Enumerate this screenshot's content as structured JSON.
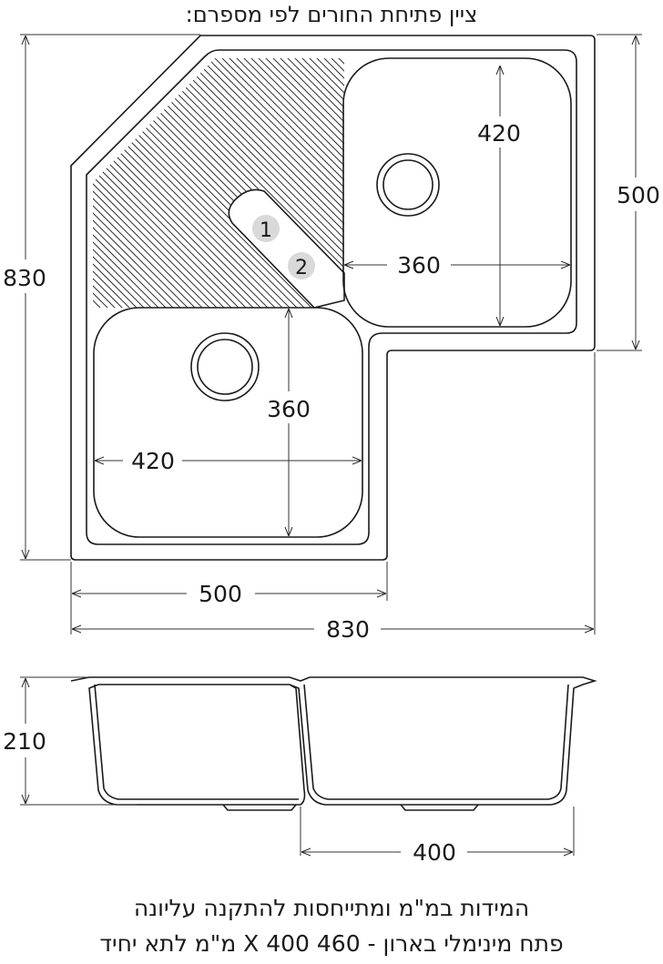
{
  "title": "ציין פתיחת החורים לפי מספרם:",
  "hole_markers": [
    "1",
    "2"
  ],
  "top_view_dimensions": {
    "right_bowl_height": "420",
    "right_bowl_width": "360",
    "left_bowl_height": "360",
    "left_bowl_width": "420",
    "right_side": "500",
    "left_side": "830",
    "bottom_short": "500",
    "bottom_total": "830"
  },
  "side_view_dimensions": {
    "depth": "210",
    "bowl_width": "400"
  },
  "notes": [
    "המידות במ\"מ ומתייחסות להתקנה עליונה",
    "פתח מינימלי בארון - 460 X 400 מ\"מ לתא יחיד"
  ]
}
